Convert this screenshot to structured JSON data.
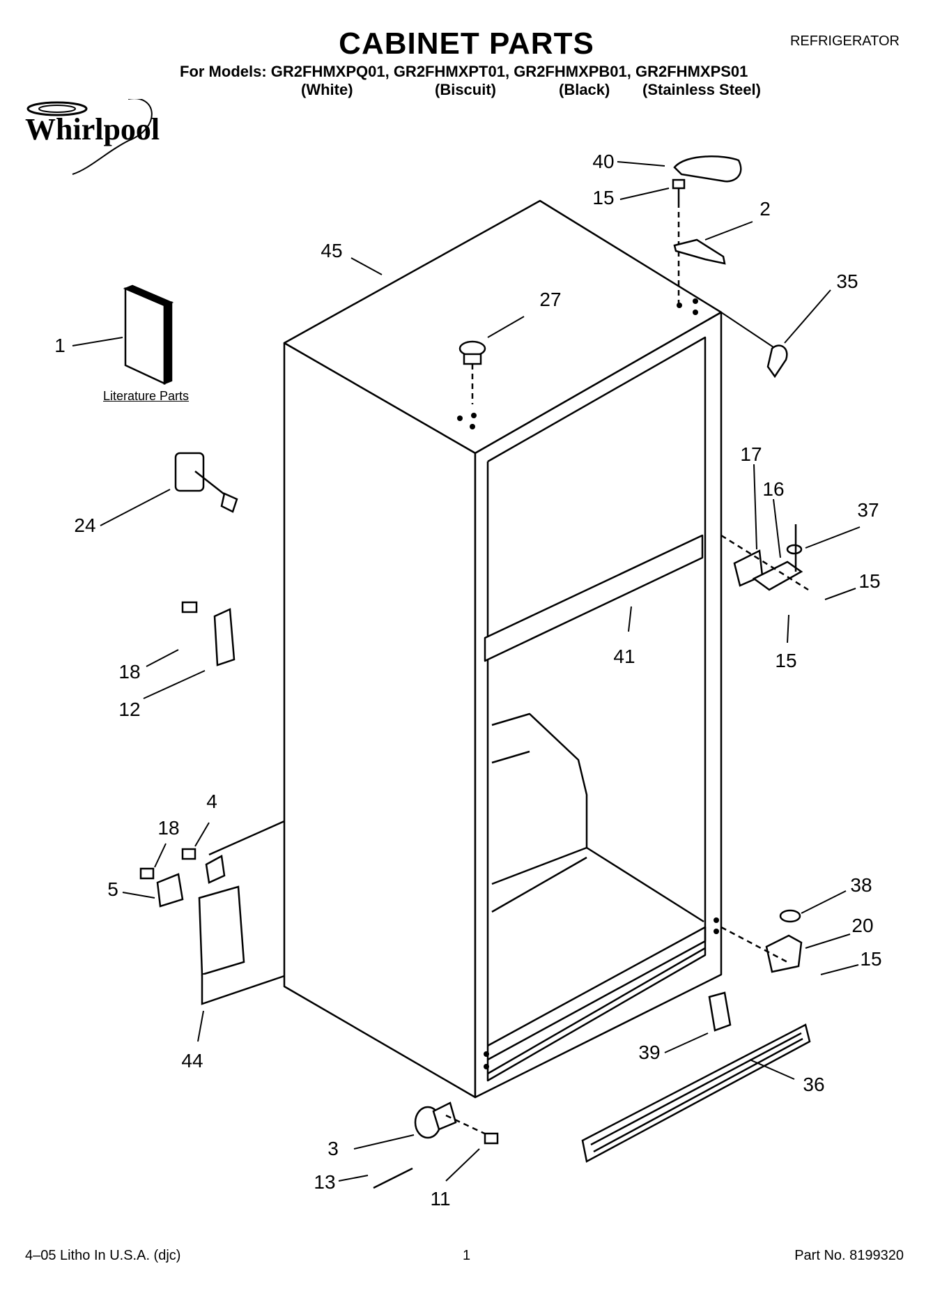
{
  "header": {
    "title": "CABINET PARTS",
    "category": "REFRIGERATOR",
    "models_line": "For Models: GR2FHMXPQ01, GR2FHMXPT01, GR2FHMXPB01, GR2FHMXPS01",
    "colors": [
      "(White)",
      "(Biscuit)",
      "(Black)",
      "(Stainless Steel)"
    ],
    "brand": "Whirlpool"
  },
  "literature_label": "Literature Parts",
  "callouts": [
    "40",
    "15",
    "2",
    "45",
    "27",
    "35",
    "1",
    "17",
    "16",
    "37",
    "15",
    "24",
    "41",
    "15",
    "18",
    "12",
    "4",
    "18",
    "5",
    "38",
    "20",
    "15",
    "39",
    "36",
    "44",
    "3",
    "13",
    "11"
  ],
  "footer": {
    "litho": "4–05 Litho In U.S.A. (djc)",
    "page": "1",
    "part_no": "Part No. 8199320"
  }
}
